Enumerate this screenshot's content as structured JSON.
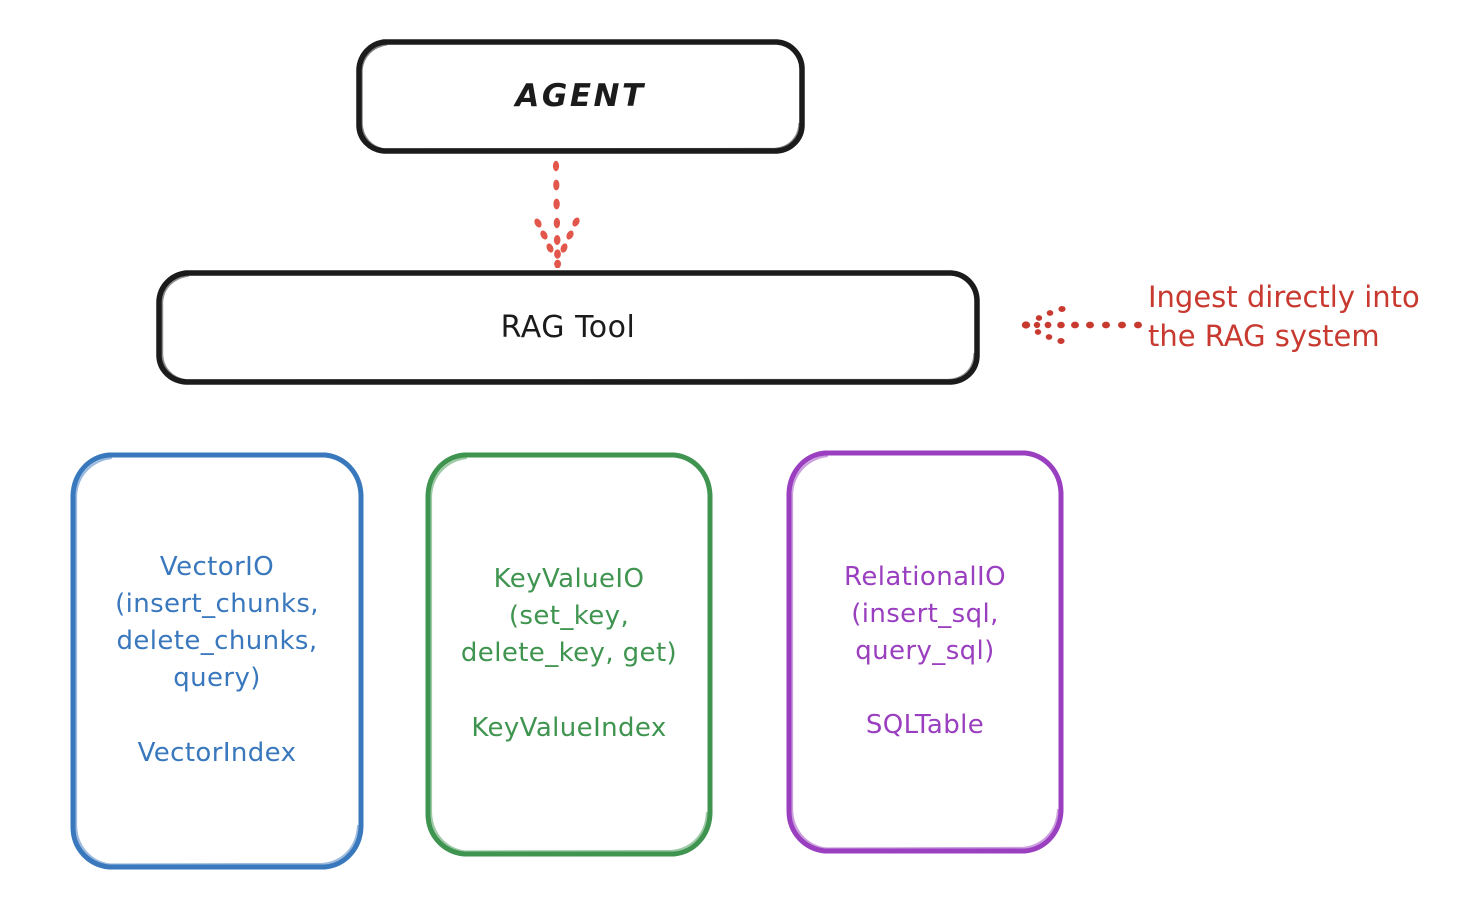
{
  "diagram": {
    "title": "RAG Tool architecture diagram",
    "background_color": "#ffffff",
    "style": "hand-drawn sketch"
  },
  "nodes": {
    "agent": {
      "label": "AGENT",
      "stroke_color": "#1b1b1b",
      "text_color": "#1b1b1b"
    },
    "rag_tool": {
      "label": "RAG Tool",
      "stroke_color": "#1b1b1b",
      "text_color": "#1b1b1b"
    },
    "vector_io": {
      "api_label": "VectorIO\n(insert_chunks,\ndelete_chunks,\nquery)",
      "index_label": "VectorIndex",
      "stroke_color": "#3a78bd",
      "text_color": "#3a78bd"
    },
    "key_value_io": {
      "api_label": "KeyValueIO\n(set_key,\ndelete_key, get)",
      "index_label": "KeyValueIndex",
      "stroke_color": "#3f9550",
      "text_color": "#3f9550"
    },
    "relational_io": {
      "api_label": "RelationalIO\n(insert_sql,\nquery_sql)",
      "index_label": "SQLTable",
      "stroke_color": "#9a3fbf",
      "text_color": "#9a3fbf"
    }
  },
  "annotations": {
    "ingest": {
      "text": "Ingest directly into\nthe RAG system",
      "color": "#c8392f"
    }
  },
  "connectors": {
    "agent_to_rag": {
      "name": "dotted-down-arrow",
      "from": "agent",
      "to": "rag_tool",
      "color": "#e2564b",
      "style": "dotted"
    },
    "ingest_to_rag": {
      "name": "dotted-left-arrow",
      "from": "ingest-annotation",
      "to": "rag_tool",
      "color": "#c8392f",
      "style": "dotted"
    }
  }
}
